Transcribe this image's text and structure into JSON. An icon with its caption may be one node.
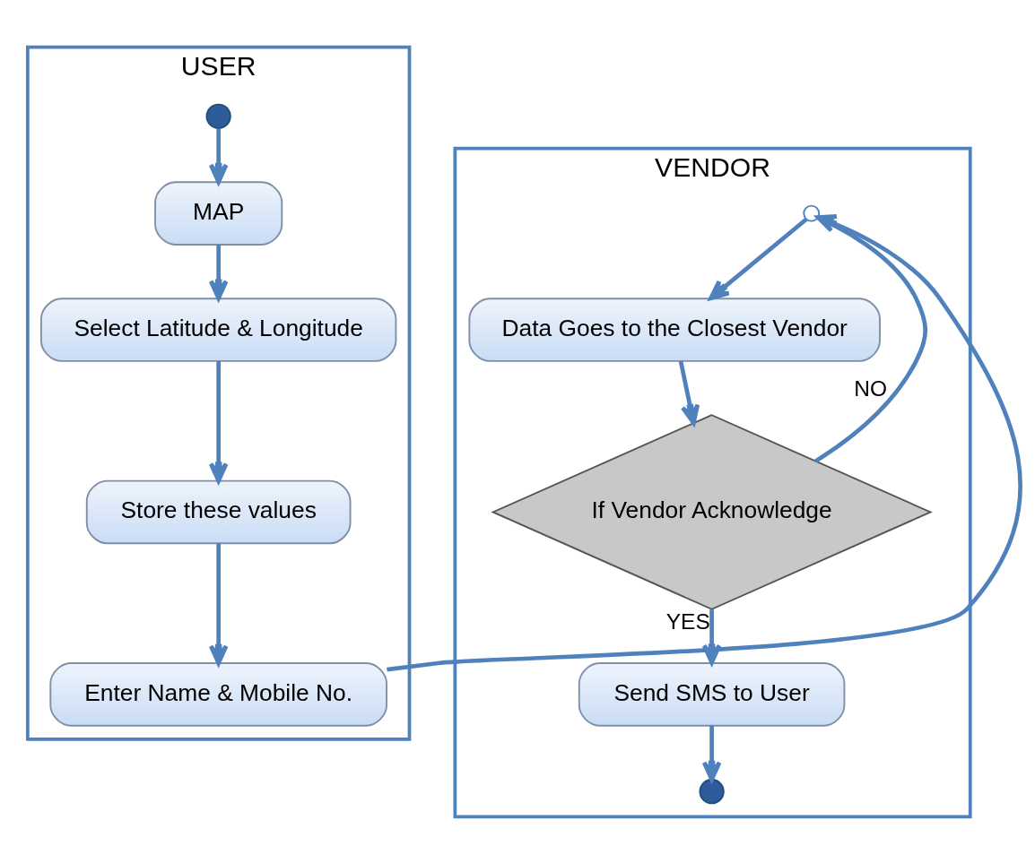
{
  "diagram": {
    "nodes": [
      {
        "text": [
          "USER"
        ]
      },
      {
        "text": [
          "VENDOR"
        ]
      },
      {
        "text": [],
        "shape": "circle",
        "in": 0
      },
      {
        "text": [
          "MAP"
        ],
        "in": 0
      },
      {
        "text": [
          "Select Latitude & Longitude"
        ],
        "in": 0
      },
      {
        "text": [
          "Store these values"
        ],
        "in": 0
      },
      {
        "text": [
          "Enter Name & Mobile No."
        ],
        "in": 0
      },
      {
        "text": [],
        "shape": "circle",
        "in": 1
      },
      {
        "text": [
          "Data Goes to the Closest Vendor"
        ],
        "in": 1
      },
      {
        "text": [
          "If Vendor Acknowledge"
        ],
        "in": 1
      },
      {
        "text": [
          "Send SMS to User"
        ],
        "in": 1
      },
      {
        "text": [],
        "shape": "circle",
        "in": 1
      }
    ],
    "edges": [
      {
        "from": 2,
        "to": 3,
        "arrow": "to"
      },
      {
        "from": 3,
        "to": 4,
        "arrow": "to"
      },
      {
        "from": 4,
        "to": 5,
        "arrow": "to"
      },
      {
        "from": 5,
        "to": 6,
        "arrow": "to"
      },
      {
        "from": 6,
        "to": 7,
        "arrow": "to"
      },
      {
        "from": 7,
        "to": 8,
        "arrow": "to"
      },
      {
        "from": 8,
        "to": 9,
        "arrow": "to"
      },
      {
        "from": 9,
        "to": 7,
        "arrow": "none",
        "label": "NO"
      },
      {
        "from": 9,
        "to": 10,
        "arrow": "to",
        "label": "YES"
      },
      {
        "from": 10,
        "to": 11,
        "arrow": "to"
      }
    ]
  }
}
